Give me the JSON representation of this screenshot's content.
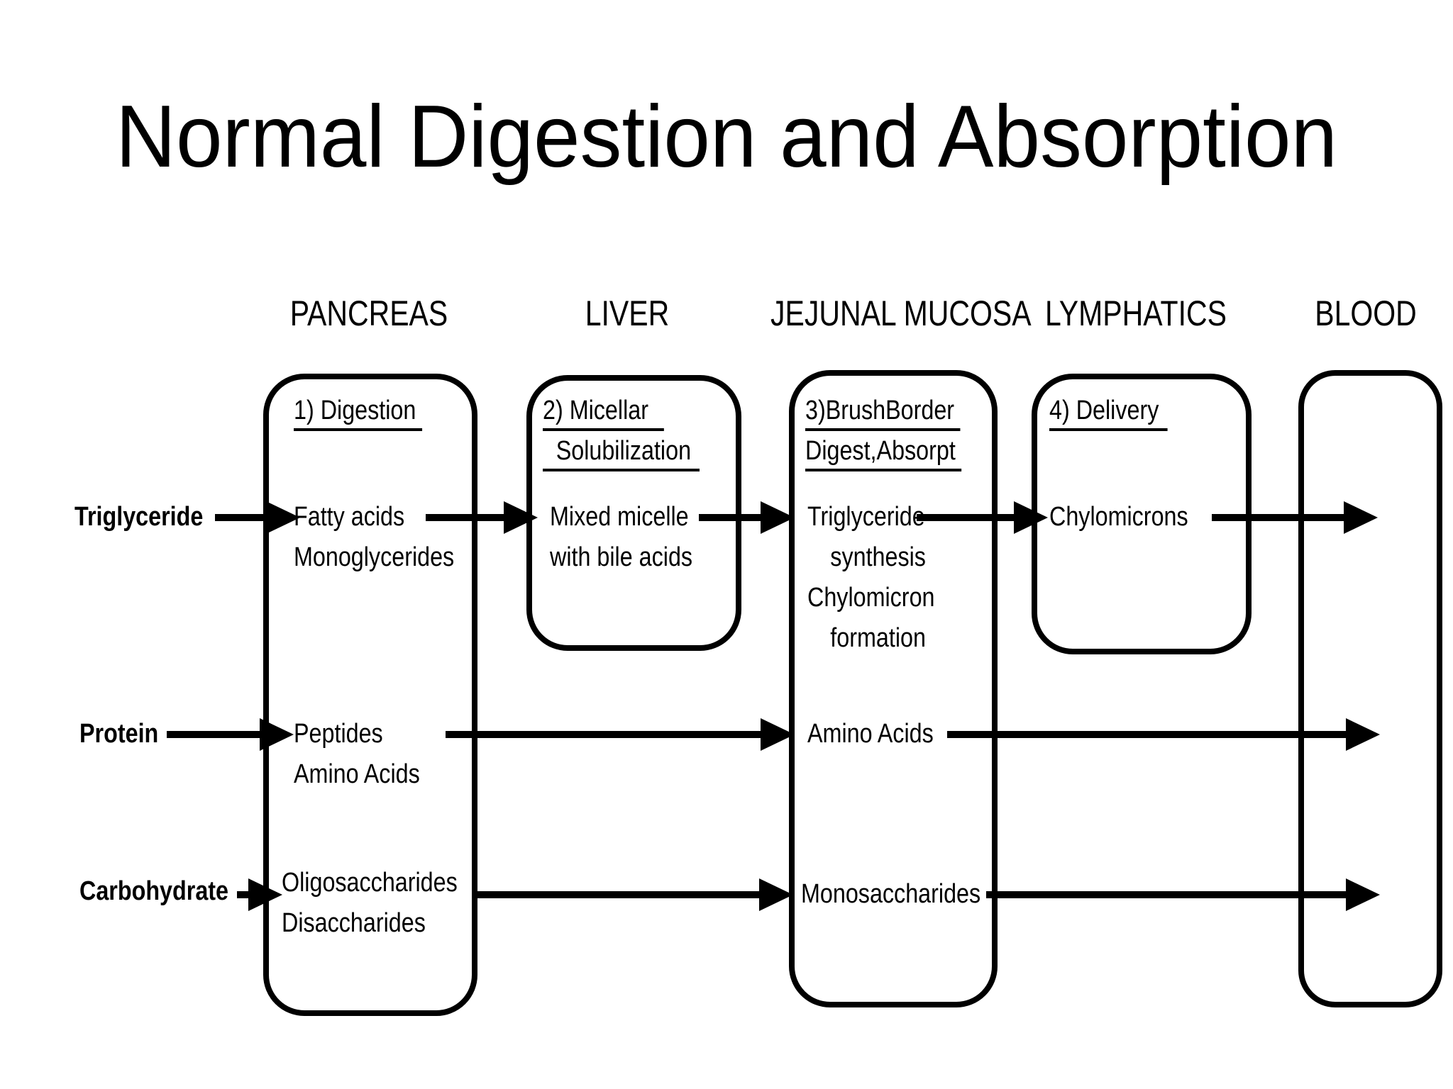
{
  "title": "Normal Digestion and Absorption",
  "headers": {
    "pancreas": "PANCREAS",
    "liver": "LIVER",
    "jejunal_mucosa": "JEJUNAL MUCOSA",
    "lymphatics": "LYMPHATICS",
    "blood": "BLOOD"
  },
  "row_labels": {
    "triglyceride": "Triglyceride",
    "protein": "Protein",
    "carbohydrate": "Carbohydrate"
  },
  "boxes": {
    "pancreas": {
      "step": "1) Digestion",
      "triglyceride_products": [
        "Fatty acids",
        "Monoglycerides"
      ],
      "protein_products": [
        "Peptides",
        "Amino Acids"
      ],
      "carbohydrate_products": [
        "Oligosaccharides",
        "Disaccharides"
      ]
    },
    "liver": {
      "step_line1": "2) Micellar",
      "step_line2": "Solubilization",
      "triglyceride_products": [
        "Mixed micelle",
        "with bile acids"
      ]
    },
    "jejunal_mucosa": {
      "step_line1": "3)BrushBorder",
      "step_line2": "Digest,Absorpt",
      "triglyceride_products": [
        "Triglyceride",
        "synthesis",
        "Chylomicron",
        "formation"
      ],
      "protein_products": [
        "Amino Acids"
      ],
      "carbohydrate_products": [
        "Monosaccharides"
      ]
    },
    "lymphatics": {
      "step": "4) Delivery",
      "triglyceride_products": [
        "Chylomicrons"
      ]
    }
  },
  "colors": {
    "ink": "#000000",
    "background": "#ffffff"
  }
}
